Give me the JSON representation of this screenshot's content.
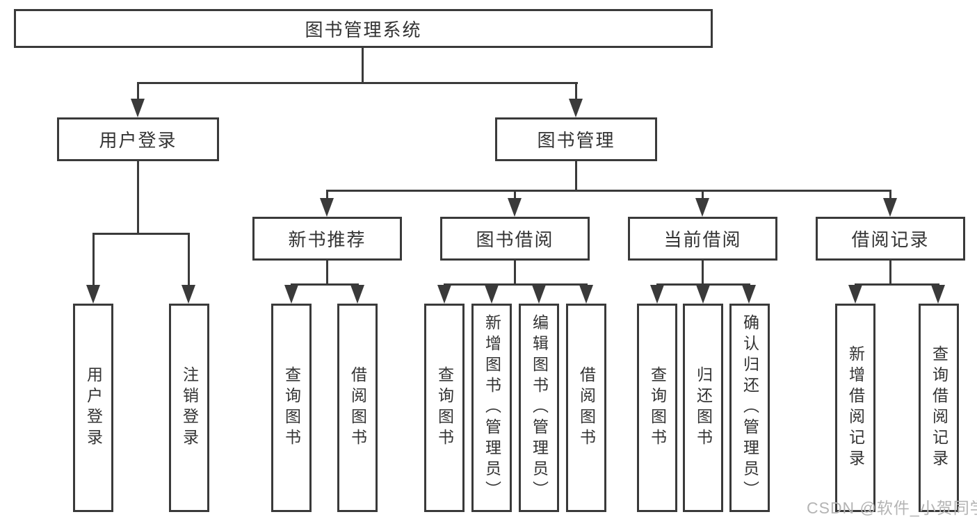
{
  "diagram": {
    "type": "tree",
    "orientation": "top-down",
    "tree": {
      "label": "图书管理系统",
      "children": [
        {
          "label": "用户登录",
          "children": [
            {
              "label": "用户登录"
            },
            {
              "label": "注销登录"
            }
          ]
        },
        {
          "label": "图书管理",
          "children": [
            {
              "label": "新书推荐",
              "children": [
                {
                  "label": "查询图书"
                },
                {
                  "label": "借阅图书"
                }
              ]
            },
            {
              "label": "图书借阅",
              "children": [
                {
                  "label": "查询图书"
                },
                {
                  "label": "新增图书（管理员）"
                },
                {
                  "label": "编辑图书（管理员）"
                },
                {
                  "label": "借阅图书"
                }
              ]
            },
            {
              "label": "当前借阅",
              "children": [
                {
                  "label": "查询图书"
                },
                {
                  "label": "归还图书"
                },
                {
                  "label": "确认归还（管理员）"
                }
              ]
            },
            {
              "label": "借阅记录",
              "children": [
                {
                  "label": "新增借阅记录"
                },
                {
                  "label": "查询借阅记录"
                }
              ]
            }
          ]
        }
      ]
    }
  },
  "watermark": {
    "text": "CSDN @软件_小贺同学"
  },
  "colors": {
    "line": "#3a3a3a",
    "text": "#333333",
    "background": "#ffffff",
    "watermark": "#b4b4b4"
  }
}
